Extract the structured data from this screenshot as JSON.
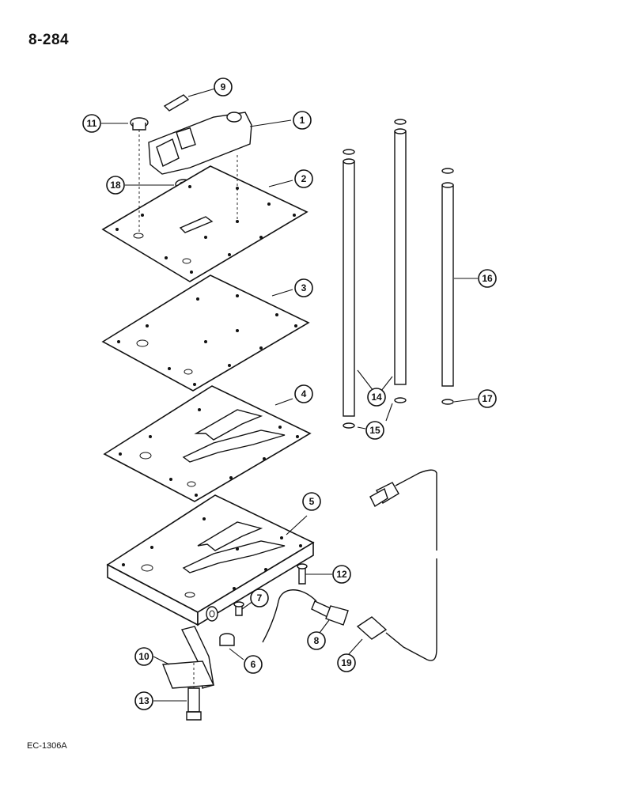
{
  "header": {
    "page_number": "8-284"
  },
  "footer": {
    "figure_code": "EC-1306A"
  },
  "callouts": [
    "1",
    "2",
    "3",
    "4",
    "5",
    "6",
    "7",
    "8",
    "9",
    "10",
    "11",
    "12",
    "13",
    "14",
    "15",
    "16",
    "17",
    "18",
    "19"
  ]
}
